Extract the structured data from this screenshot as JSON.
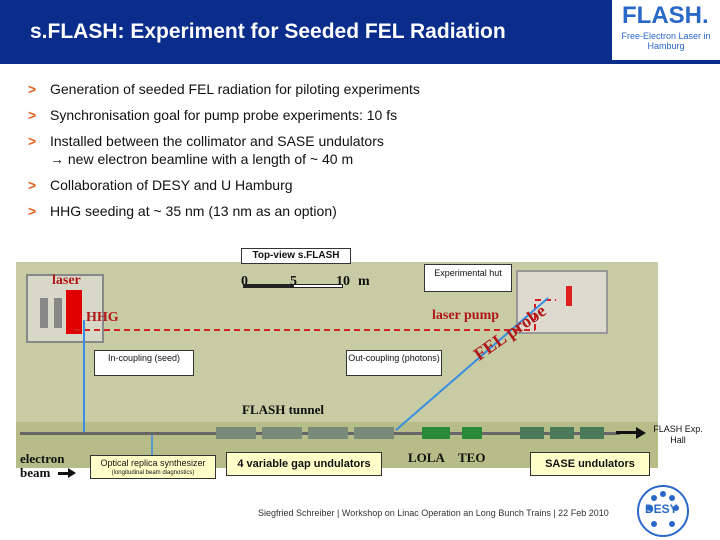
{
  "header": {
    "title": "s.FLASH: Experiment for Seeded FEL Radiation",
    "logo_word": "FLASH.",
    "logo_sub": "Free-Electron Laser in Hamburg"
  },
  "bullets": [
    {
      "text": "Generation of seeded FEL radiation for piloting experiments",
      "sub": ""
    },
    {
      "text": "Synchronisation goal for pump probe experiments: 10 fs",
      "sub": ""
    },
    {
      "text": "Installed between the collimator and SASE undulators",
      "sub": "→ new electron beamline with a length of ~ 40 m"
    },
    {
      "text": "Collaboration of DESY and U Hamburg",
      "sub": ""
    },
    {
      "text": "HHG seeding at ~ 35 nm (13 nm as an option)",
      "sub": ""
    }
  ],
  "diagram": {
    "top_label": "Top-view s.FLASH",
    "experimental_hut": "Experimental hut",
    "laser": "laser",
    "scale": {
      "zero": "0",
      "five": "5",
      "ten": "10",
      "unit": "m"
    },
    "hhg": "HHG",
    "laser_pump": "laser pump",
    "in_coupling": "In-coupling (seed)",
    "out_coupling": "Out-coupling (photons)",
    "fel_probe": "FEL probe",
    "tunnel": "FLASH tunnel",
    "exp_hall": "FLASH Exp. Hall",
    "electron_beam": "electron beam",
    "optical_replica": "Optical replica synthesizer",
    "optical_replica_sub": "(longitudinal beam diagnostics)",
    "variable_gap": "4 variable gap undulators",
    "lola": "LOLA",
    "teo": "TEO",
    "sase": "SASE undulators"
  },
  "footer": "Siegfried Schreiber | Workshop on Linac Operation an Long Bunch Trains | 22 Feb 2010",
  "desy_logo": "DESY",
  "colors": {
    "header": "#0a2d8c",
    "bullet_marker": "#e8601c",
    "laser_red": "#e00000",
    "pump_line": "#d42020",
    "seed_line": "#3a8ee0"
  }
}
